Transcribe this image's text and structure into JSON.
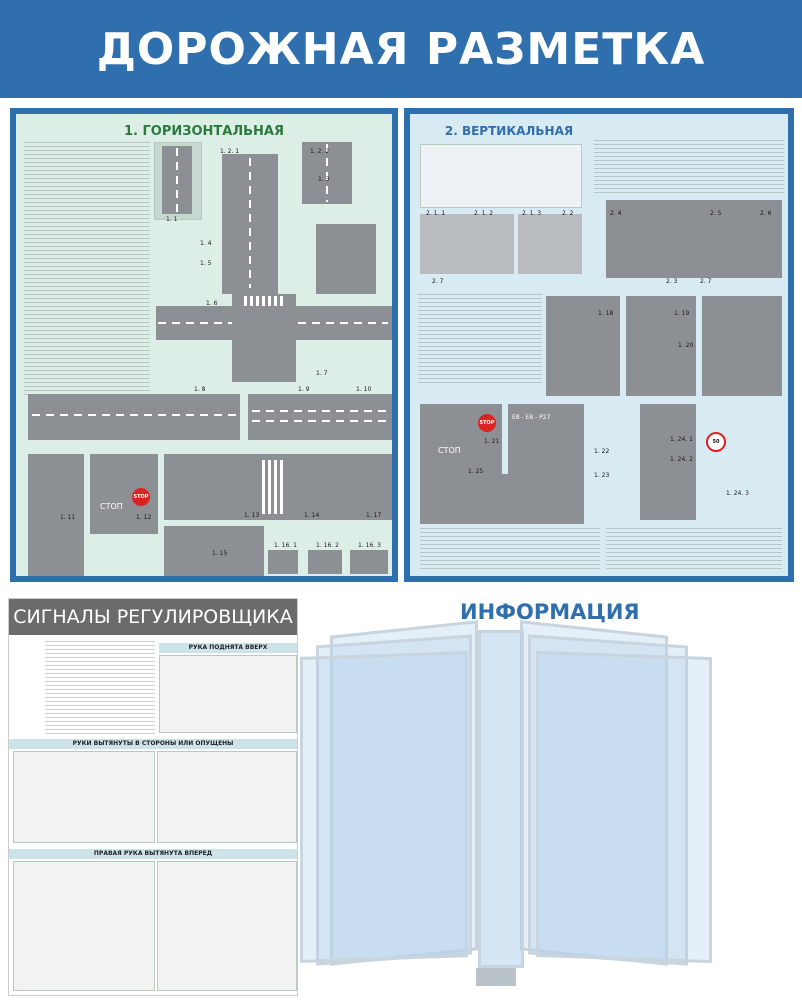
{
  "header": {
    "title": "ДОРОЖНАЯ РАЗМЕТКА"
  },
  "horizontal": {
    "title": "1. ГОРИЗОНТАЛЬНАЯ",
    "labels": [
      "1. 1",
      "1. 2. 1",
      "1. 2. 2",
      "1. 3",
      "1. 4",
      "1. 5",
      "1. 6",
      "1. 7",
      "1. 8",
      "1. 9",
      "1. 10",
      "1. 11",
      "1. 12",
      "1. 13",
      "1. 14",
      "1. 15",
      "1. 16. 1",
      "1. 16. 2",
      "1. 16. 3",
      "1. 17"
    ],
    "stop_text": "СТОП",
    "stop_sign": "STOP"
  },
  "vertical": {
    "title": "2. ВЕРТИКАЛЬНАЯ",
    "labels": [
      "2. 1. 1",
      "2. 1. 2",
      "2. 1. 3",
      "2. 2",
      "2. 4",
      "2. 5",
      "2. 6",
      "2. 7",
      "2. 3",
      "2. 7",
      "1. 18",
      "1. 19",
      "1. 20",
      "1. 21",
      "1. 22",
      "1. 23",
      "1. 24. 1",
      "1. 24. 2",
      "1. 24. 3",
      "1. 25"
    ],
    "stop_text": "СТОП",
    "stop_sign": "STOP",
    "lane_text": "Е8 - Е8 - Р27",
    "speed": "50"
  },
  "regulator": {
    "title": "СИГНАЛЫ РЕГУЛИРОВЩИКА",
    "bars": [
      "РУКА ПОДНЯТА ВВЕРХ",
      "РУКИ ВЫТЯНУТЫ В СТОРОНЫ ИЛИ ОПУЩЕНЫ",
      "ПРАВАЯ РУКА ВЫТЯНУТА ВПЕРЕД"
    ]
  },
  "info": {
    "title": "ИНФОРМАЦИЯ"
  }
}
